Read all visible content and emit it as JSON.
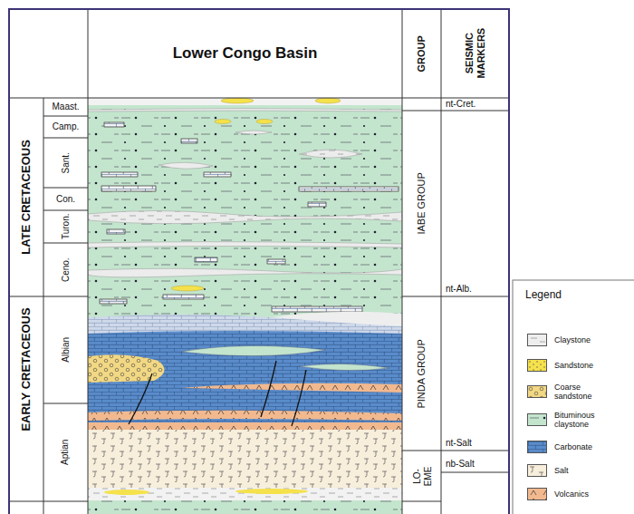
{
  "diagram": {
    "title": "Lower Congo Basin",
    "labels": [
      "GROUP",
      "SEISMIC MARKERS",
      "LATE CRETACEOUS",
      "EARLY CRETACEOUS",
      "Maast.",
      "Camp.",
      "Sant.",
      "Con.",
      "Turon.",
      "Ceno.",
      "Albian",
      "Aptian",
      "IABE GROUP",
      "PINDA GROUP",
      "LO- EME",
      "nt-Cret.",
      "nt-Alb.",
      "nt-Salt",
      "nb-Salt",
      "Legend"
    ],
    "legend": [
      {
        "text": "Claystone",
        "color": "#eeeeee"
      },
      {
        "text": "Sandstone",
        "color": "#f5e14b"
      },
      {
        "text": "Coarse sandstone",
        "color": "#f2d884"
      },
      {
        "text": "Bituminous claystone",
        "color": "#c3e5cd"
      },
      {
        "text": "Carbonate",
        "color": "#5a8ccb"
      },
      {
        "text": "Salt",
        "color": "#f7eedb"
      },
      {
        "text": "Volcanics",
        "color": "#f2b98f"
      }
    ]
  }
}
